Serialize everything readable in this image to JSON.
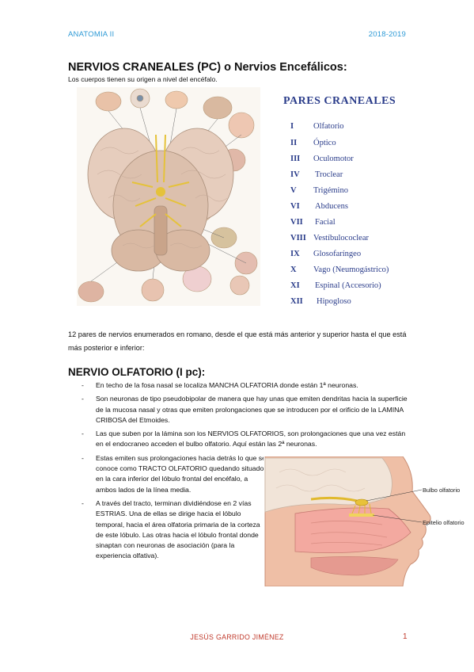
{
  "header": {
    "left": "ANATOMIA II",
    "right": "2018-2019"
  },
  "title": "NERVIOS CRANEALES (PC) o Nervios Encefálicos:",
  "subtitle": "Los cuerpos tienen su origen a nivel del encéfalo.",
  "pares": {
    "title": "PARES CRANEALES",
    "items": [
      {
        "num": "I",
        "name": "Olfatorio"
      },
      {
        "num": "II",
        "name": "Óptico"
      },
      {
        "num": "III",
        "name": "Oculomotor"
      },
      {
        "num": "IV",
        "name": "Troclear"
      },
      {
        "num": "V",
        "name": "Trigémino"
      },
      {
        "num": "VI",
        "name": "Abducens"
      },
      {
        "num": "VII",
        "name": "Facial"
      },
      {
        "num": "VIII",
        "name": "Vestíbulococlear"
      },
      {
        "num": "IX",
        "name": "Glosofaríngeo"
      },
      {
        "num": "X",
        "name": "Vago (Neumogástrico)"
      },
      {
        "num": "XI",
        "name": "Espinal (Accesorio)"
      },
      {
        "num": "XII",
        "name": "Hipogloso"
      }
    ]
  },
  "intro": "12 pares de nervios enumerados en romano, desde el que está más anterior y superior hasta el que está más posterior e inferior:",
  "section": {
    "title": "NERVIO OLFATORIO (I pc):",
    "bullets": [
      "En techo de la fosa nasal se localiza MANCHA OLFATORIA donde están 1ª neuronas.",
      "Son neuronas de tipo pseudobipolar de manera que hay unas que emiten dendritas hacia la superficie de la mucosa nasal y otras que emiten prolongaciones que se introducen por el orificio de la LAMINA CRIBOSA del Etmoides.",
      "Las que suben por la lámina son los NERVIOS OLFATORIOS, son prolongaciones que una vez están en el endocraneo acceden el bulbo olfatorio. Aquí están las 2ª neuronas.",
      "Estas emiten sus prolongaciones hacia detrás lo que se conoce como TRACTO OLFATORIO quedando situado en la cara inferior del lóbulo frontal del encéfalo, a ambos lados de la línea media.",
      "A través del tracto, terminan dividiéndose en 2 vías ESTRIAS. Una de ellas se dirige hacia el lóbulo temporal, hacia el área olfatoria primaria de la corteza de este lóbulo. Las otras hacia el lóbulo frontal donde sinaptan con neuronas de asociación (para la experiencia olfativa)."
    ],
    "dash": "-"
  },
  "figure_labels": {
    "bulbo": "Bulbo olfatorio",
    "epitelio": "Epitelio olfatorio"
  },
  "footer": {
    "name": "JESÚS GARRIDO JIMÉNEZ",
    "page": "1"
  }
}
